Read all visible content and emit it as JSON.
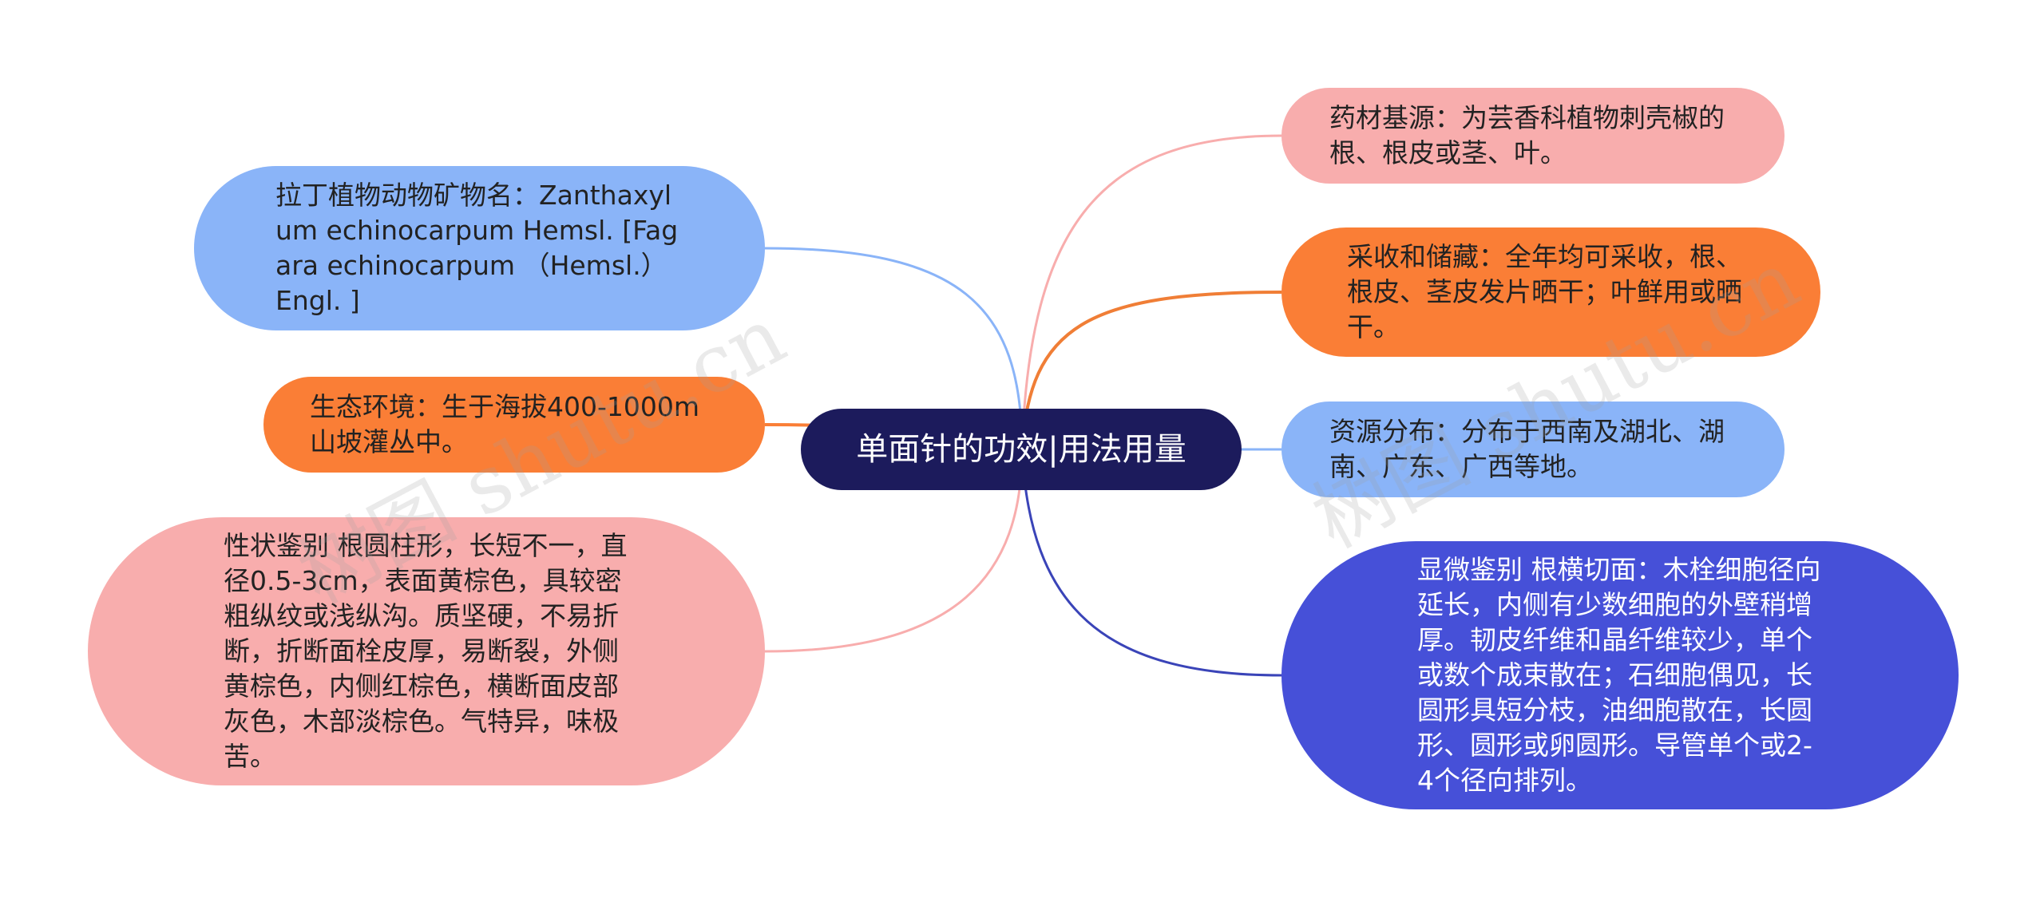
{
  "title": "单面针的功效|用法用量",
  "nodes": {
    "latin": {
      "text": "拉丁植物动物矿物名：Zanthaxylum echinocarpum Hemsl. [Fagara echinocarpum （Hemsl.） Engl. ]",
      "color": "#8ab4f8"
    },
    "eco": {
      "text": "生态环境：生于海拔400-1000m山坡灌丛中。",
      "color": "#fa7e36"
    },
    "trait": {
      "text": "性状鉴别 根圆柱形，长短不一，直径0.5-3cm，表面黄棕色，具较密粗纵纹或浅纵沟。质坚硬，不易折断，折断面栓皮厚，易断裂，外侧黄棕色，内侧红棕色，横断面皮部灰色，木部淡棕色。气特异，味极苦。",
      "color": "#f8adad"
    },
    "source": {
      "text": "药材基源：为芸香科植物刺壳椒的根、根皮或茎、叶。",
      "color": "#f8adad"
    },
    "harv": {
      "text": "采收和储藏：全年均可采收，根、根皮、茎皮发片晒干；叶鲜用或晒干。",
      "color": "#fa7e36"
    },
    "dist": {
      "text": "资源分布：分布于西南及湖北、湖南、广东、广西等地。",
      "color": "#8ab4f8"
    },
    "micro": {
      "text": "显微鉴别 根横切面：木栓细胞径向延长，内侧有少数细胞的外壁稍增厚。韧皮纤维和晶纤维较少，单个或数个成束散在；石细胞偶见，长圆形具短分枝，油细胞散在，长圆形、圆形或卵圆形。导管单个或2-4个径向排列。",
      "color": "#4650d8"
    }
  },
  "center_color": "#1c1b5c",
  "link_colors": {
    "latin": "#8ab4f8",
    "eco": "#fa7e36",
    "trait": "#f8adad",
    "source": "#f8adad",
    "harv": "#f07e36",
    "dist": "#8ab4f8",
    "micro": "#3a44b8"
  },
  "watermark": "树图 shutu.cn"
}
